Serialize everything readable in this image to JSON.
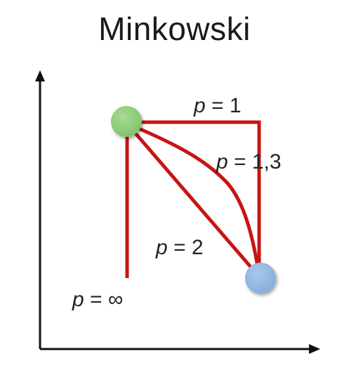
{
  "title": "Minkowski",
  "labels": {
    "p1": {
      "var": "p",
      "rest": " = 1"
    },
    "p13": {
      "var": "p",
      "rest": " = 1,3"
    },
    "p2": {
      "var": "p",
      "rest": " = 2"
    },
    "pinf": {
      "var": "p",
      "rest": " = ∞"
    }
  },
  "colors": {
    "path": "#c81414",
    "start_point": "#8fcf7a",
    "end_point": "#93b9e3",
    "axes": "#111111",
    "text": "#222222"
  }
}
